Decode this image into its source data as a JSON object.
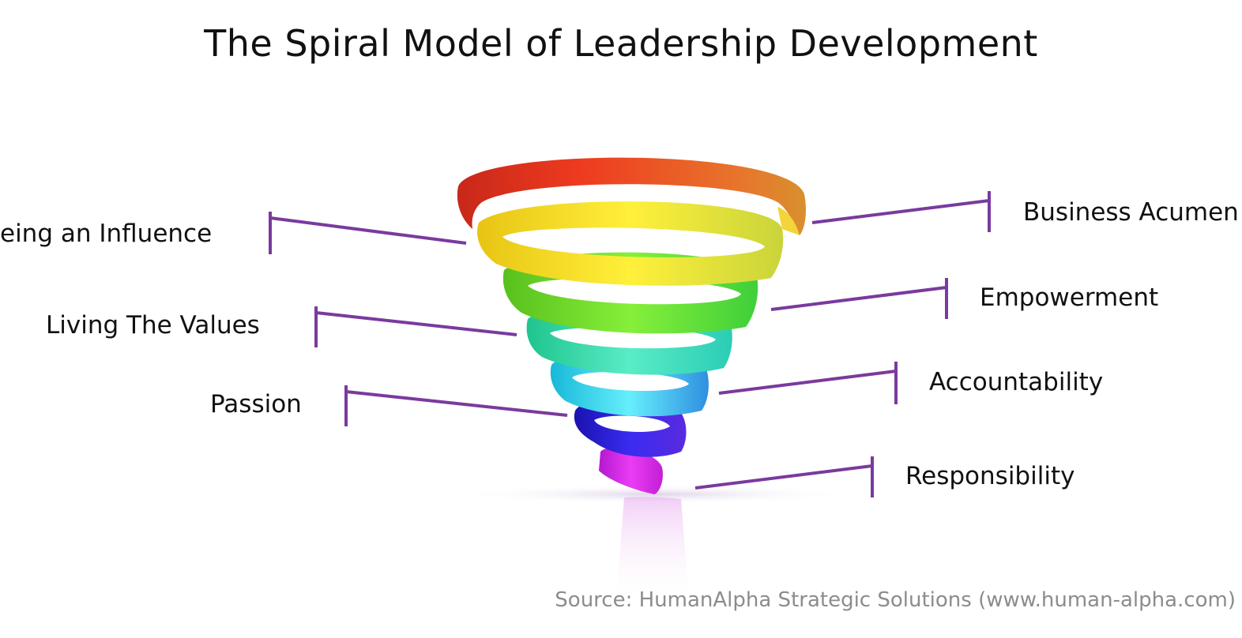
{
  "title": "The Spiral Model of Leadership Development",
  "source": "Source: HumanAlpha Strategic Solutions (www.human-alpha.com)",
  "labels": {
    "left": [
      "eing an Influence",
      "Living The Values",
      "Passion"
    ],
    "right": [
      "Business Acumen",
      "Empowerment",
      "Accountability",
      "Responsibility"
    ]
  },
  "colors": {
    "connector": "#7a3a9e",
    "spiral_bands": [
      "#e8401f",
      "#f0d61e",
      "#5ed61c",
      "#2bd6a8",
      "#27d0ec",
      "#2a20d6",
      "#d622e6"
    ]
  }
}
